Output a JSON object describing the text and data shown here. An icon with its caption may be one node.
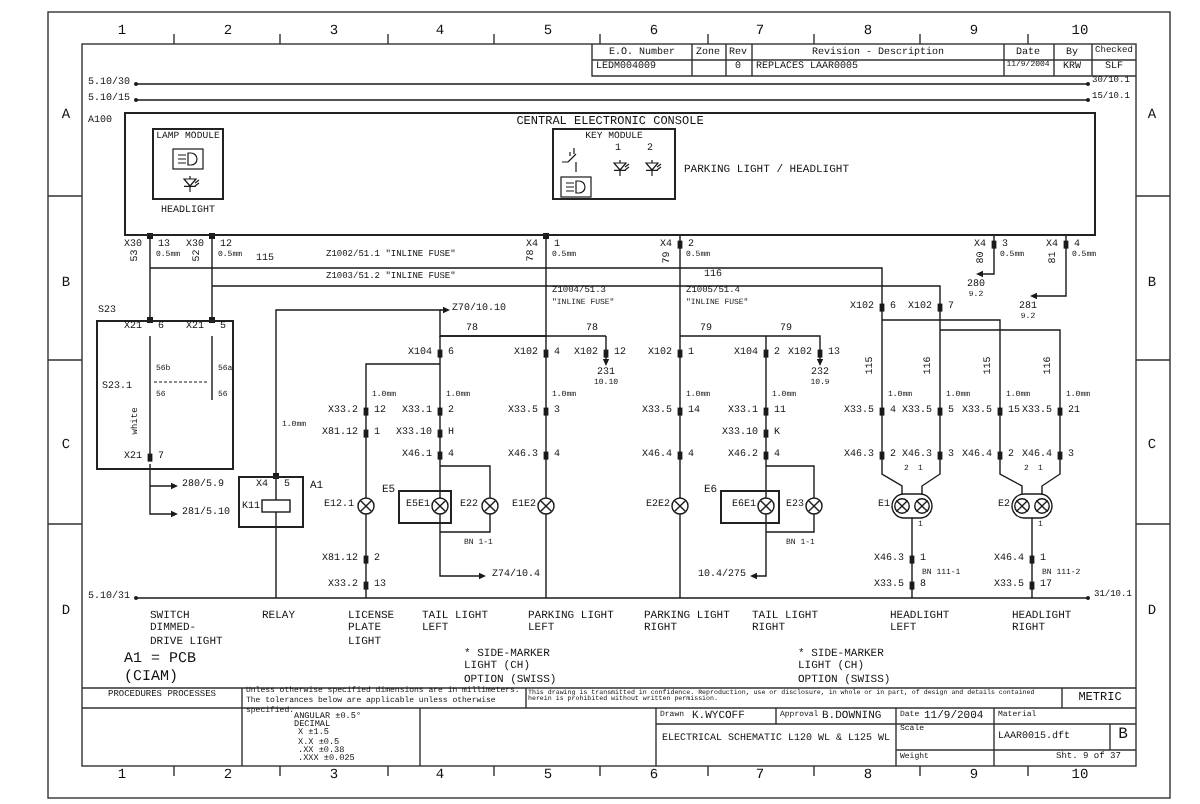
{
  "diagram": {
    "nodes": [
      {
        "text": [
          "CENTRAL ELECTRONIC CONSOLE"
        ],
        "beside": [
          "A100"
        ]
      },
      {
        "text": [
          "LAMP MODULE"
        ],
        "in": 0,
        "beside": [
          "HEADLIGHT"
        ]
      },
      {
        "text": [
          "KEY MODULE"
        ],
        "in": 0,
        "beside": [
          "PARKING LIGHT / HEADLIGHT"
        ]
      },
      {
        "text": [],
        "shape": "box",
        "beside": [
          "S23"
        ]
      },
      {
        "text": [],
        "shape": "box",
        "beside": [
          "A1"
        ]
      },
      {
        "text": [],
        "shape": "box",
        "beside": [
          "E5"
        ]
      },
      {
        "text": [],
        "shape": "box",
        "beside": [
          "E6"
        ]
      }
    ],
    "edges": [
      {
        "from": 0,
        "to": 3,
        "arrow": "other",
        "label": "53"
      },
      {
        "from": 0,
        "to": 3,
        "arrow": "other",
        "label": "52"
      },
      {
        "from": 0,
        "to": 4,
        "arrow": "other",
        "label": "78"
      }
    ],
    "labels": [
      "1",
      "2",
      "3",
      "4",
      "5",
      "6",
      "7",
      "8",
      "9",
      "10",
      "E.O. Number",
      "Zone",
      "Rev",
      "Revision - Description",
      "Date",
      "By",
      "Checked",
      "LEDM004009",
      "0",
      "REPLACES LAAR0005",
      "11/9/2004",
      "KRW",
      "SLF",
      "A",
      "A",
      "5.10/30",
      "30/10.1",
      "5.10/15",
      "15/10.1",
      "1",
      "2",
      "X30 13",
      "X30 12",
      "X4 1",
      "X4 2",
      "X4 3",
      "X4 4",
      "0.5mm",
      "0.5mm",
      "0.5mm",
      "0.5mm",
      "0.5mm",
      "0.5mm",
      "79",
      "80",
      "81",
      "280",
      "9.2",
      "281",
      "9.2",
      "B",
      "B",
      "115",
      "Z1002/51.1 \"INLINE FUSE\"",
      "Z1003/51.2 \"INLINE FUSE\"",
      "Z1004/51.3",
      "\"INLINE FUSE\"",
      "116",
      "Z1005/51.4",
      "\"INLINE FUSE\"",
      "Z70/10.10",
      "X102 6",
      "X102 7",
      "X21 6",
      "X21 5",
      "S23.1",
      "56b",
      "56",
      "56a",
      "56",
      "white",
      "X21 7",
      "280/5.9",
      "281/5.10",
      "78",
      "78",
      "79",
      "79",
      "X104 6",
      "X102 4",
      "X102 12",
      "X102 1",
      "X104 2",
      "X102 13",
      "115",
      "116",
      "115",
      "116",
      "231",
      "10.10",
      "232",
      "10.9",
      "1.0mm",
      "1.0mm",
      "1.0mm",
      "1.0mm",
      "1.0mm",
      "1.0mm",
      "1.0mm",
      "1.0mm",
      "1.0mm",
      "1.0mm",
      "X33.2 12",
      "X33.1 2",
      "X33.5 3",
      "X33.5 14",
      "X33.1 11",
      "X33.5 4",
      "X33.5 5",
      "X33.5 15",
      "X33.5 21",
      "X81.12 1",
      "X33.10 H",
      "X33.10 K",
      "X46.1 4",
      "X46.3 4",
      "X46.4 4",
      "X46.2 4",
      "X46.3 2",
      "X46.3 3",
      "X46.4 2",
      "X46.4 3",
      "X4 5",
      "K11",
      "E12.1",
      "E5E1",
      "E22",
      "E1E2",
      "E2E2",
      "E6E1",
      "E23",
      "E1",
      "E2",
      "2",
      "1",
      "1",
      "2",
      "1",
      "1",
      "BN 1-1",
      "BN 1-1",
      "Z74/10.4",
      "10.4/275",
      "X81.12 2",
      "X46.3 1",
      "X46.4 1",
      "BN 111-1",
      "BN 111-2",
      "X33.2 13",
      "X33.5 8",
      "X33.5 17",
      "5.10/31",
      "31/10.1",
      "SWITCH DIMMED- DRIVE LIGHT",
      "RELAY",
      "LICENSE PLATE LIGHT",
      "TAIL LIGHT LEFT",
      "PARKING LIGHT LEFT",
      "PARKING LIGHT RIGHT",
      "TAIL LIGHT RIGHT",
      "HEADLIGHT LEFT",
      "HEADLIGHT RIGHT",
      "A1 = PCB (CIAM)",
      "* SIDE-MARKER LIGHT (CH) OPTION (SWISS)",
      "* SIDE-MARKER LIGHT (CH) OPTION (SWISS)",
      "C",
      "C",
      "D",
      "D",
      "PROCEDURES PROCESSES",
      "Unless otherwise specified dimensions are in millimeters. The tolerances below are applicable unless otherwise specified.",
      "ANGULAR ±0.5°",
      "DECIMAL",
      "X ±1.5",
      "X.X ±0.5",
      ".XX ±0.38",
      ".XXX ±0.025",
      "This drawing is transmitted in confidence. Reproduction, use or disclosure, in whole or in part, of design and details contained herein is prohibited without written permission.",
      "METRIC",
      "Drawn",
      "K.WYCOFF",
      "Approval",
      "B.DOWNING",
      "Date",
      "11/9/2004",
      "Material",
      "ELECTRICAL SCHEMATIC L120 WL & L125 WL",
      "Scale",
      "LAAR0015.dft",
      "B",
      "Weight",
      "Sht. 9 of 37",
      "1",
      "2",
      "3",
      "4",
      "5",
      "6",
      "7",
      "8",
      "9",
      "10"
    ]
  }
}
